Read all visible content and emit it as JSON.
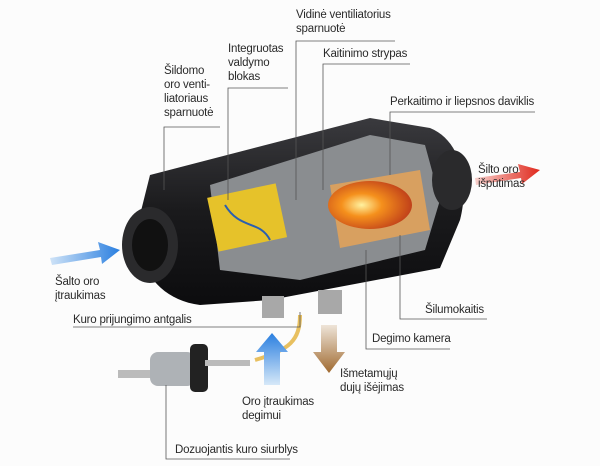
{
  "labels": {
    "inner_fan": [
      "Vidinė ventiliatorius",
      "sparnuotė"
    ],
    "control_unit": [
      "Integruotas",
      "valdymo",
      "blokas"
    ],
    "glow_pin": [
      "Kaitinimo strypas"
    ],
    "heated_air_fan": [
      "Šildomo",
      "oro venti-",
      "liatoriaus",
      "sparnuotė"
    ],
    "flame_sensor": [
      "Perkaitimo ir liepsnos daviklis"
    ],
    "warm_air_out": [
      "Šilto oro",
      "išpūtimas"
    ],
    "cold_air_in": [
      "Šalto oro",
      "įtraukimas"
    ],
    "fuel_connector": [
      "Kuro prijungimo antgalis"
    ],
    "heat_exchanger": [
      "Šilumokaitis"
    ],
    "combustion_chamber": [
      "Degimo kamera"
    ],
    "exhaust_out": [
      "Išmetamųjų",
      "dujų išėjimas"
    ],
    "combustion_air_in": [
      "Oro įtraukimas",
      "degimui"
    ],
    "fuel_pump": [
      "Dozuojantis kuro siurblys"
    ]
  },
  "colors": {
    "cold_arrow": "#3a8be0",
    "warm_arrow": "#e03a2a",
    "exhaust_arrow": "#a87a4a",
    "body": "#1e1e20",
    "flame": "#f07a1a"
  }
}
